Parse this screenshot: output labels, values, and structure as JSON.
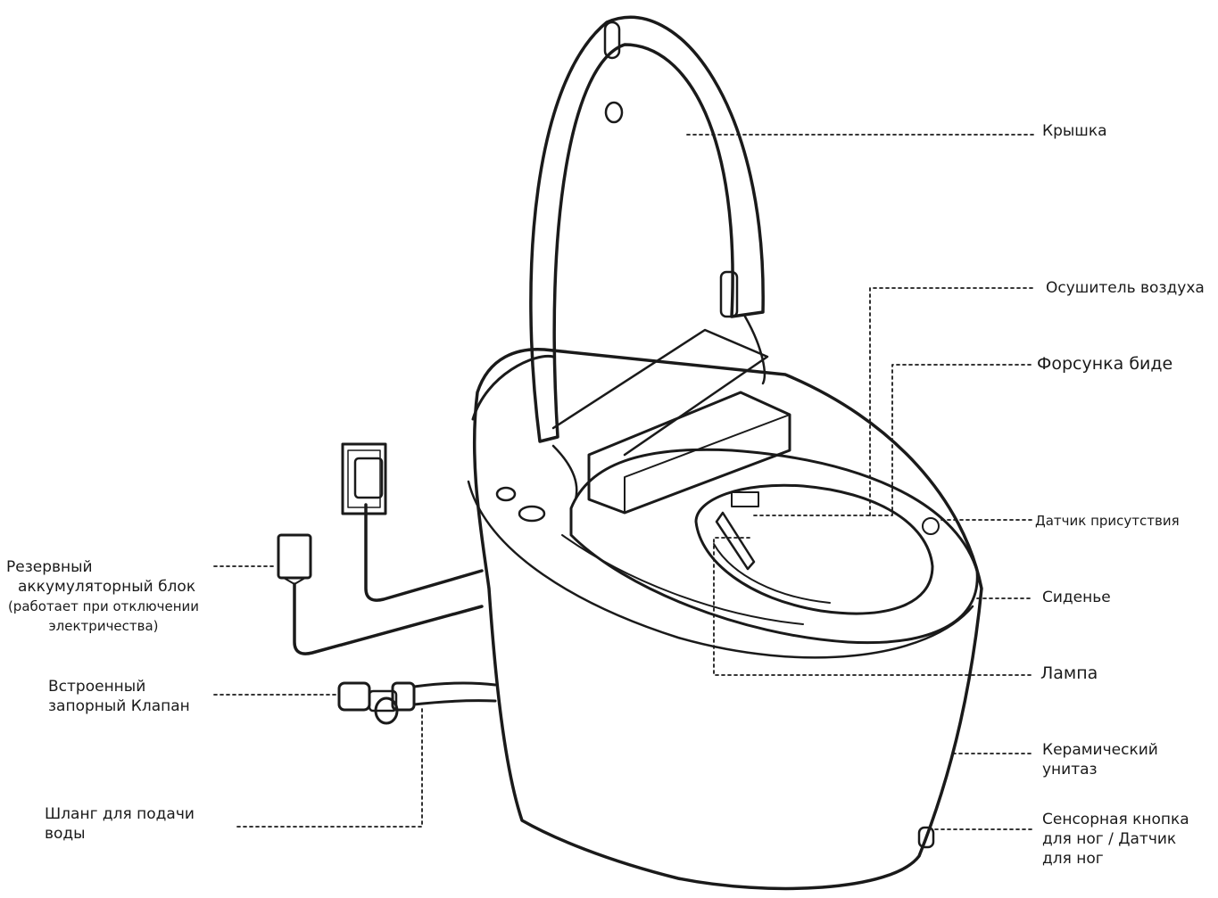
{
  "labels": {
    "lid": "Крышка",
    "air_dryer": "Осушитель воздуха",
    "bidet_nozzle": "Форсунка биде",
    "presence_sensor": "Датчик присутствия",
    "seat": "Сиденье",
    "lamp": "Лампа",
    "ceramic_line1": "Керамический",
    "ceramic_line2": "унитаз",
    "foot_line1": "Сенсорная кнопка",
    "foot_line2": "для ног / Датчик",
    "foot_line3": "для ног",
    "battery_line1": "Резервный",
    "battery_line2": "аккумуляторный блок",
    "battery_line3": "(работает при отключении",
    "battery_line4": "электричества)",
    "valve_line1": "Встроенный",
    "valve_line2": "запорный Клапан",
    "hose_line1": "Шланг для подачи",
    "hose_line2": "воды"
  },
  "colors": {
    "line": "#1a1a1a",
    "background": "#ffffff"
  }
}
